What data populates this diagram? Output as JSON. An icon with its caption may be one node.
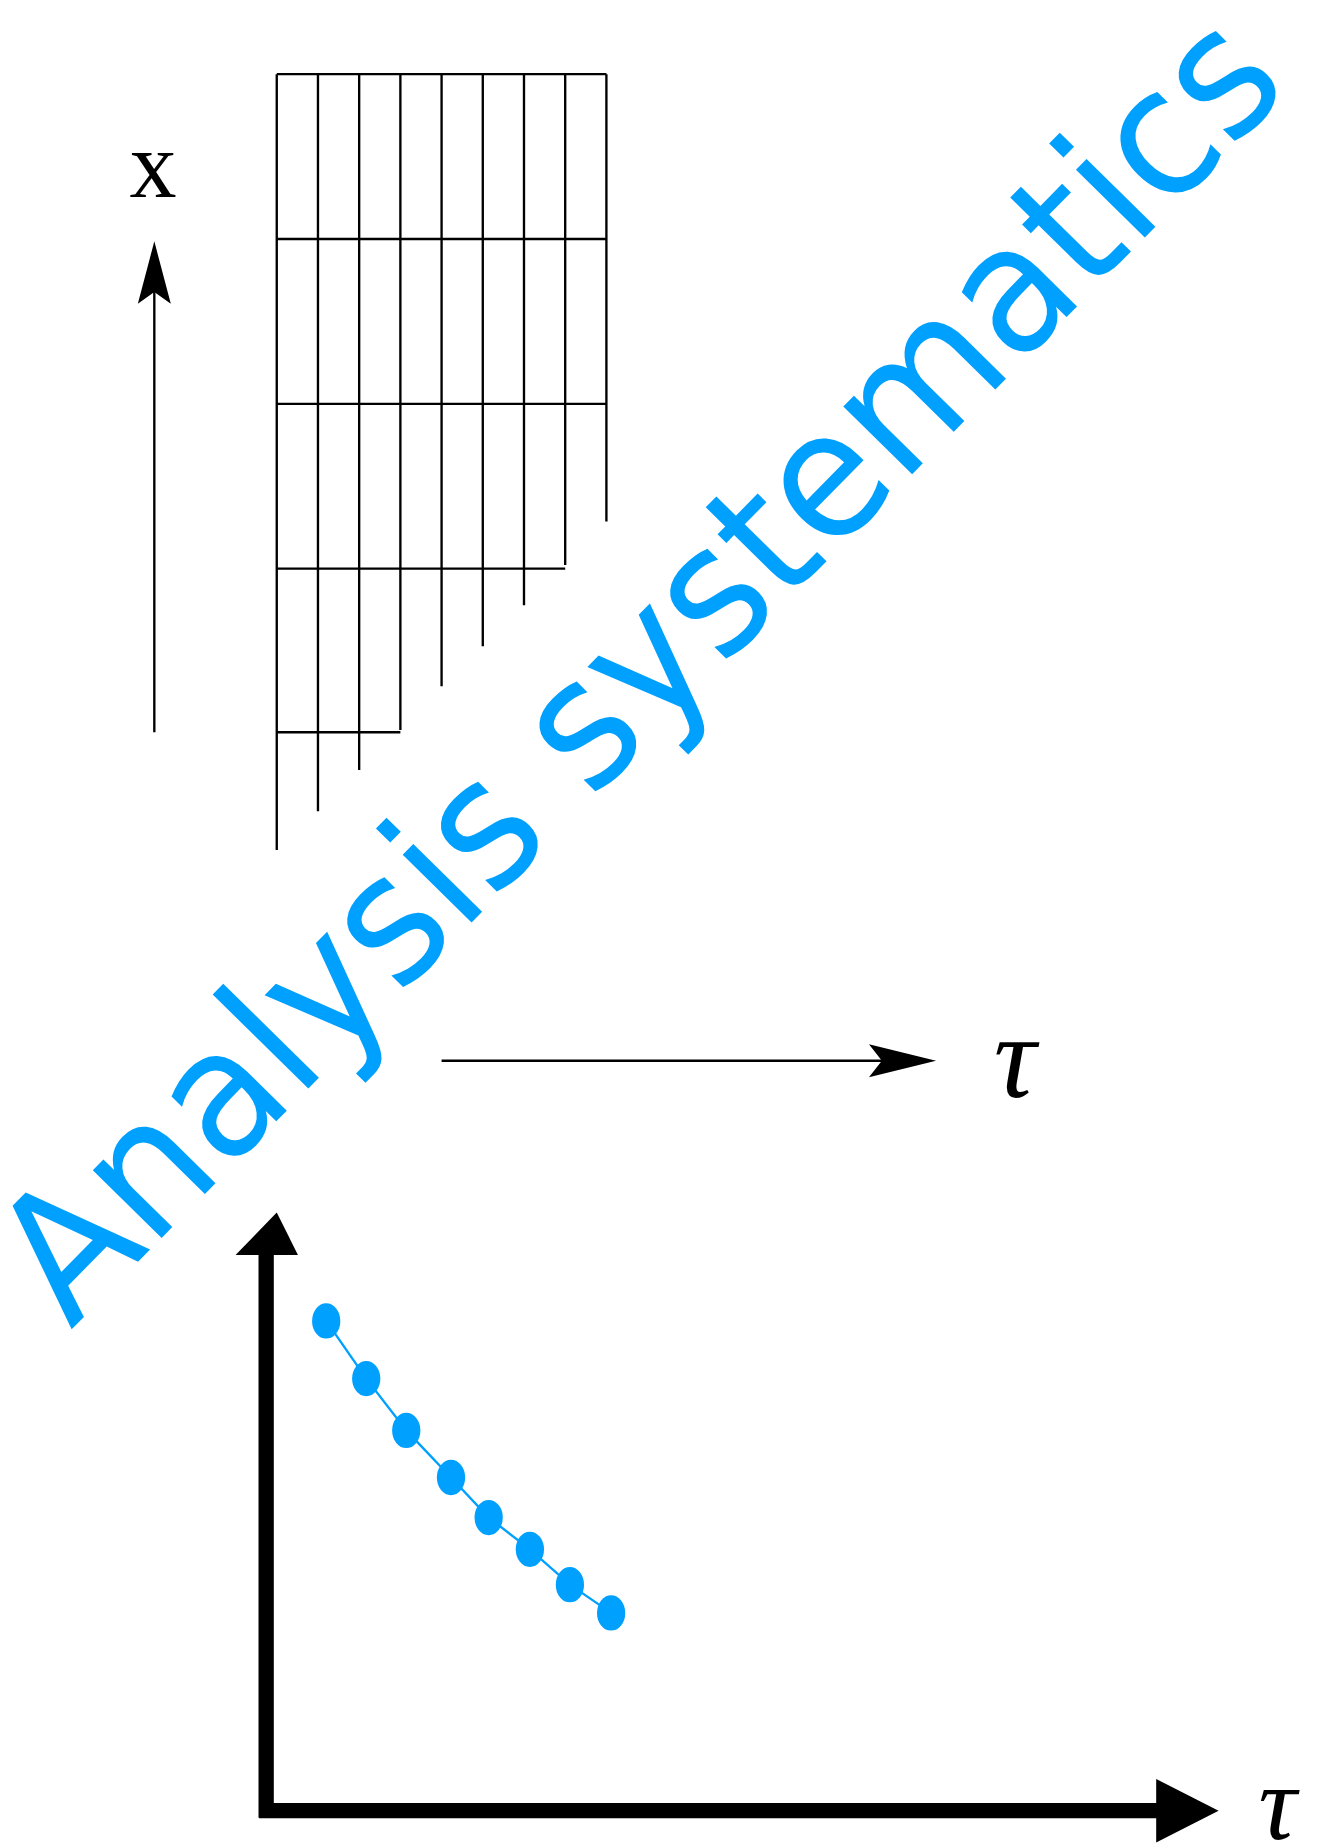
{
  "diagram": {
    "labels": [
      "x",
      "τ",
      "Analysis systematics",
      "τ"
    ]
  }
}
